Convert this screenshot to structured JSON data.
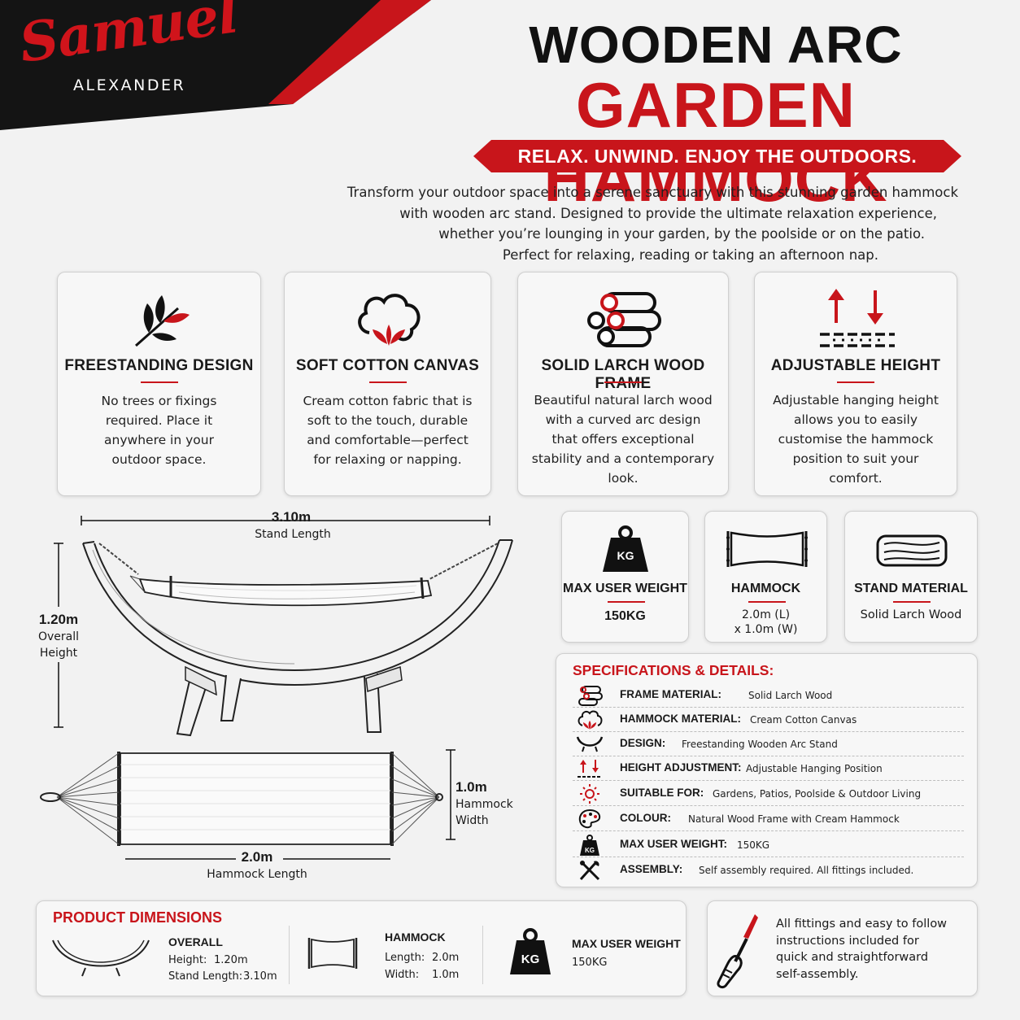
{
  "brand": {
    "script": "Samuel",
    "sub": "ALEXANDER"
  },
  "header": {
    "title_line1": "WOODEN ARC",
    "title_line2": "GARDEN HAMMOCK",
    "banner": "RELAX. UNWIND. ENJOY THE OUTDOORS.",
    "intro": [
      "Transform your outdoor space into a serene sanctuary with this stunning garden hammock",
      "with wooden arc stand. Designed to provide the ultimate relaxation experience,",
      "whether you’re lounging in your garden, by the poolside or on the patio.",
      "Perfect for relaxing, reading or taking an afternoon nap."
    ]
  },
  "features": [
    {
      "icon": "leaf-branch-icon",
      "title": "FREESTANDING DESIGN",
      "lines": [
        "No trees or fixings",
        "required. Place it",
        "anywhere in your",
        "outdoor space."
      ]
    },
    {
      "icon": "cotton-flower-icon",
      "title": "SOFT COTTON CANVAS",
      "lines": [
        "Cream cotton fabric that is",
        "soft to the touch, durable",
        "and comfortable—perfect",
        "for relaxing or napping."
      ]
    },
    {
      "icon": "wood-logs-icon",
      "title": "SOLID LARCH WOOD FRAME",
      "lines": [
        "Beautiful natural larch wood",
        "with a curved arc design",
        "that offers exceptional",
        "stability and a contemporary",
        "look."
      ]
    },
    {
      "icon": "up-down-arrows-icon",
      "title": "ADJUSTABLE HEIGHT",
      "lines": [
        "Adjustable hanging height",
        "allows you to easily",
        "customise the hammock",
        "position to suit your",
        "comfort."
      ]
    }
  ],
  "diagram": {
    "stand_length": "3.10m",
    "stand_length_label": "Stand Length",
    "height": "1.20m",
    "height_label_1": "Overall",
    "height_label_2": "Height",
    "width": "1.0m",
    "width_label_1": "Hammock",
    "width_label_2": "Width",
    "length": "2.0m",
    "length_label": "Hammock Length"
  },
  "stat_cards": [
    {
      "icon": "kg-weight-icon",
      "icon_text": "KG",
      "title": "MAX USER WEIGHT",
      "value": "150KG",
      "value2": ""
    },
    {
      "icon": "hammock-bed-icon",
      "title": "HAMMOCK",
      "value": "2.0m (L)",
      "value2": "x 1.0m (W)"
    },
    {
      "icon": "wood-plank-icon",
      "title": "STAND MATERIAL",
      "value": "Solid Larch Wood",
      "value2": ""
    }
  ],
  "specs": {
    "heading": "SPECIFICATIONS & DETAILS:",
    "rows": [
      {
        "icon": "wood-logs-icon",
        "label": "FRAME MATERIAL:",
        "value": "Solid Larch Wood"
      },
      {
        "icon": "cotton-flower-icon",
        "label": "HAMMOCK MATERIAL:",
        "value": "Cream Cotton Canvas"
      },
      {
        "icon": "arc-stand-icon",
        "label": "DESIGN:",
        "value": "Freestanding Wooden Arc Stand"
      },
      {
        "icon": "up-down-arrows-icon",
        "label": "HEIGHT ADJUSTMENT:",
        "value": "Adjustable Hanging Position"
      },
      {
        "icon": "sun-icon",
        "label": "SUITABLE FOR:",
        "value": "Gardens, Patios, Poolside & Outdoor Living"
      },
      {
        "icon": "palette-icon",
        "label": "COLOUR:",
        "value": "Natural Wood Frame with Cream Hammock"
      },
      {
        "icon": "kg-weight-icon",
        "label": "MAX USER WEIGHT:",
        "value": "150KG"
      },
      {
        "icon": "wrench-screwdriver-icon",
        "label": "ASSEMBLY:",
        "value": "Self assembly required. All fittings included."
      }
    ]
  },
  "dimensions": {
    "heading": "PRODUCT DIMENSIONS",
    "overall_title": "OVERALL",
    "overall_height_label": "Height:",
    "overall_height": "1.20m",
    "overall_length_label": "Stand Length:",
    "overall_length": "3.10m",
    "hammock_title": "HAMMOCK",
    "hammock_length_label": "Length:",
    "hammock_length": "2.0m",
    "hammock_width_label": "Width:",
    "hammock_width": "1.0m",
    "weight_icon_text": "KG",
    "weight_title": "MAX USER WEIGHT",
    "weight_value": "150KG"
  },
  "assembly": {
    "icon": "screwdriver-icon",
    "lines": [
      "All fittings and easy to follow",
      "instructions included for",
      "quick and straightforward",
      "self-assembly."
    ]
  },
  "colors": {
    "accent": "#c8151b",
    "dark": "#111111",
    "background": "#f2f2f2"
  }
}
